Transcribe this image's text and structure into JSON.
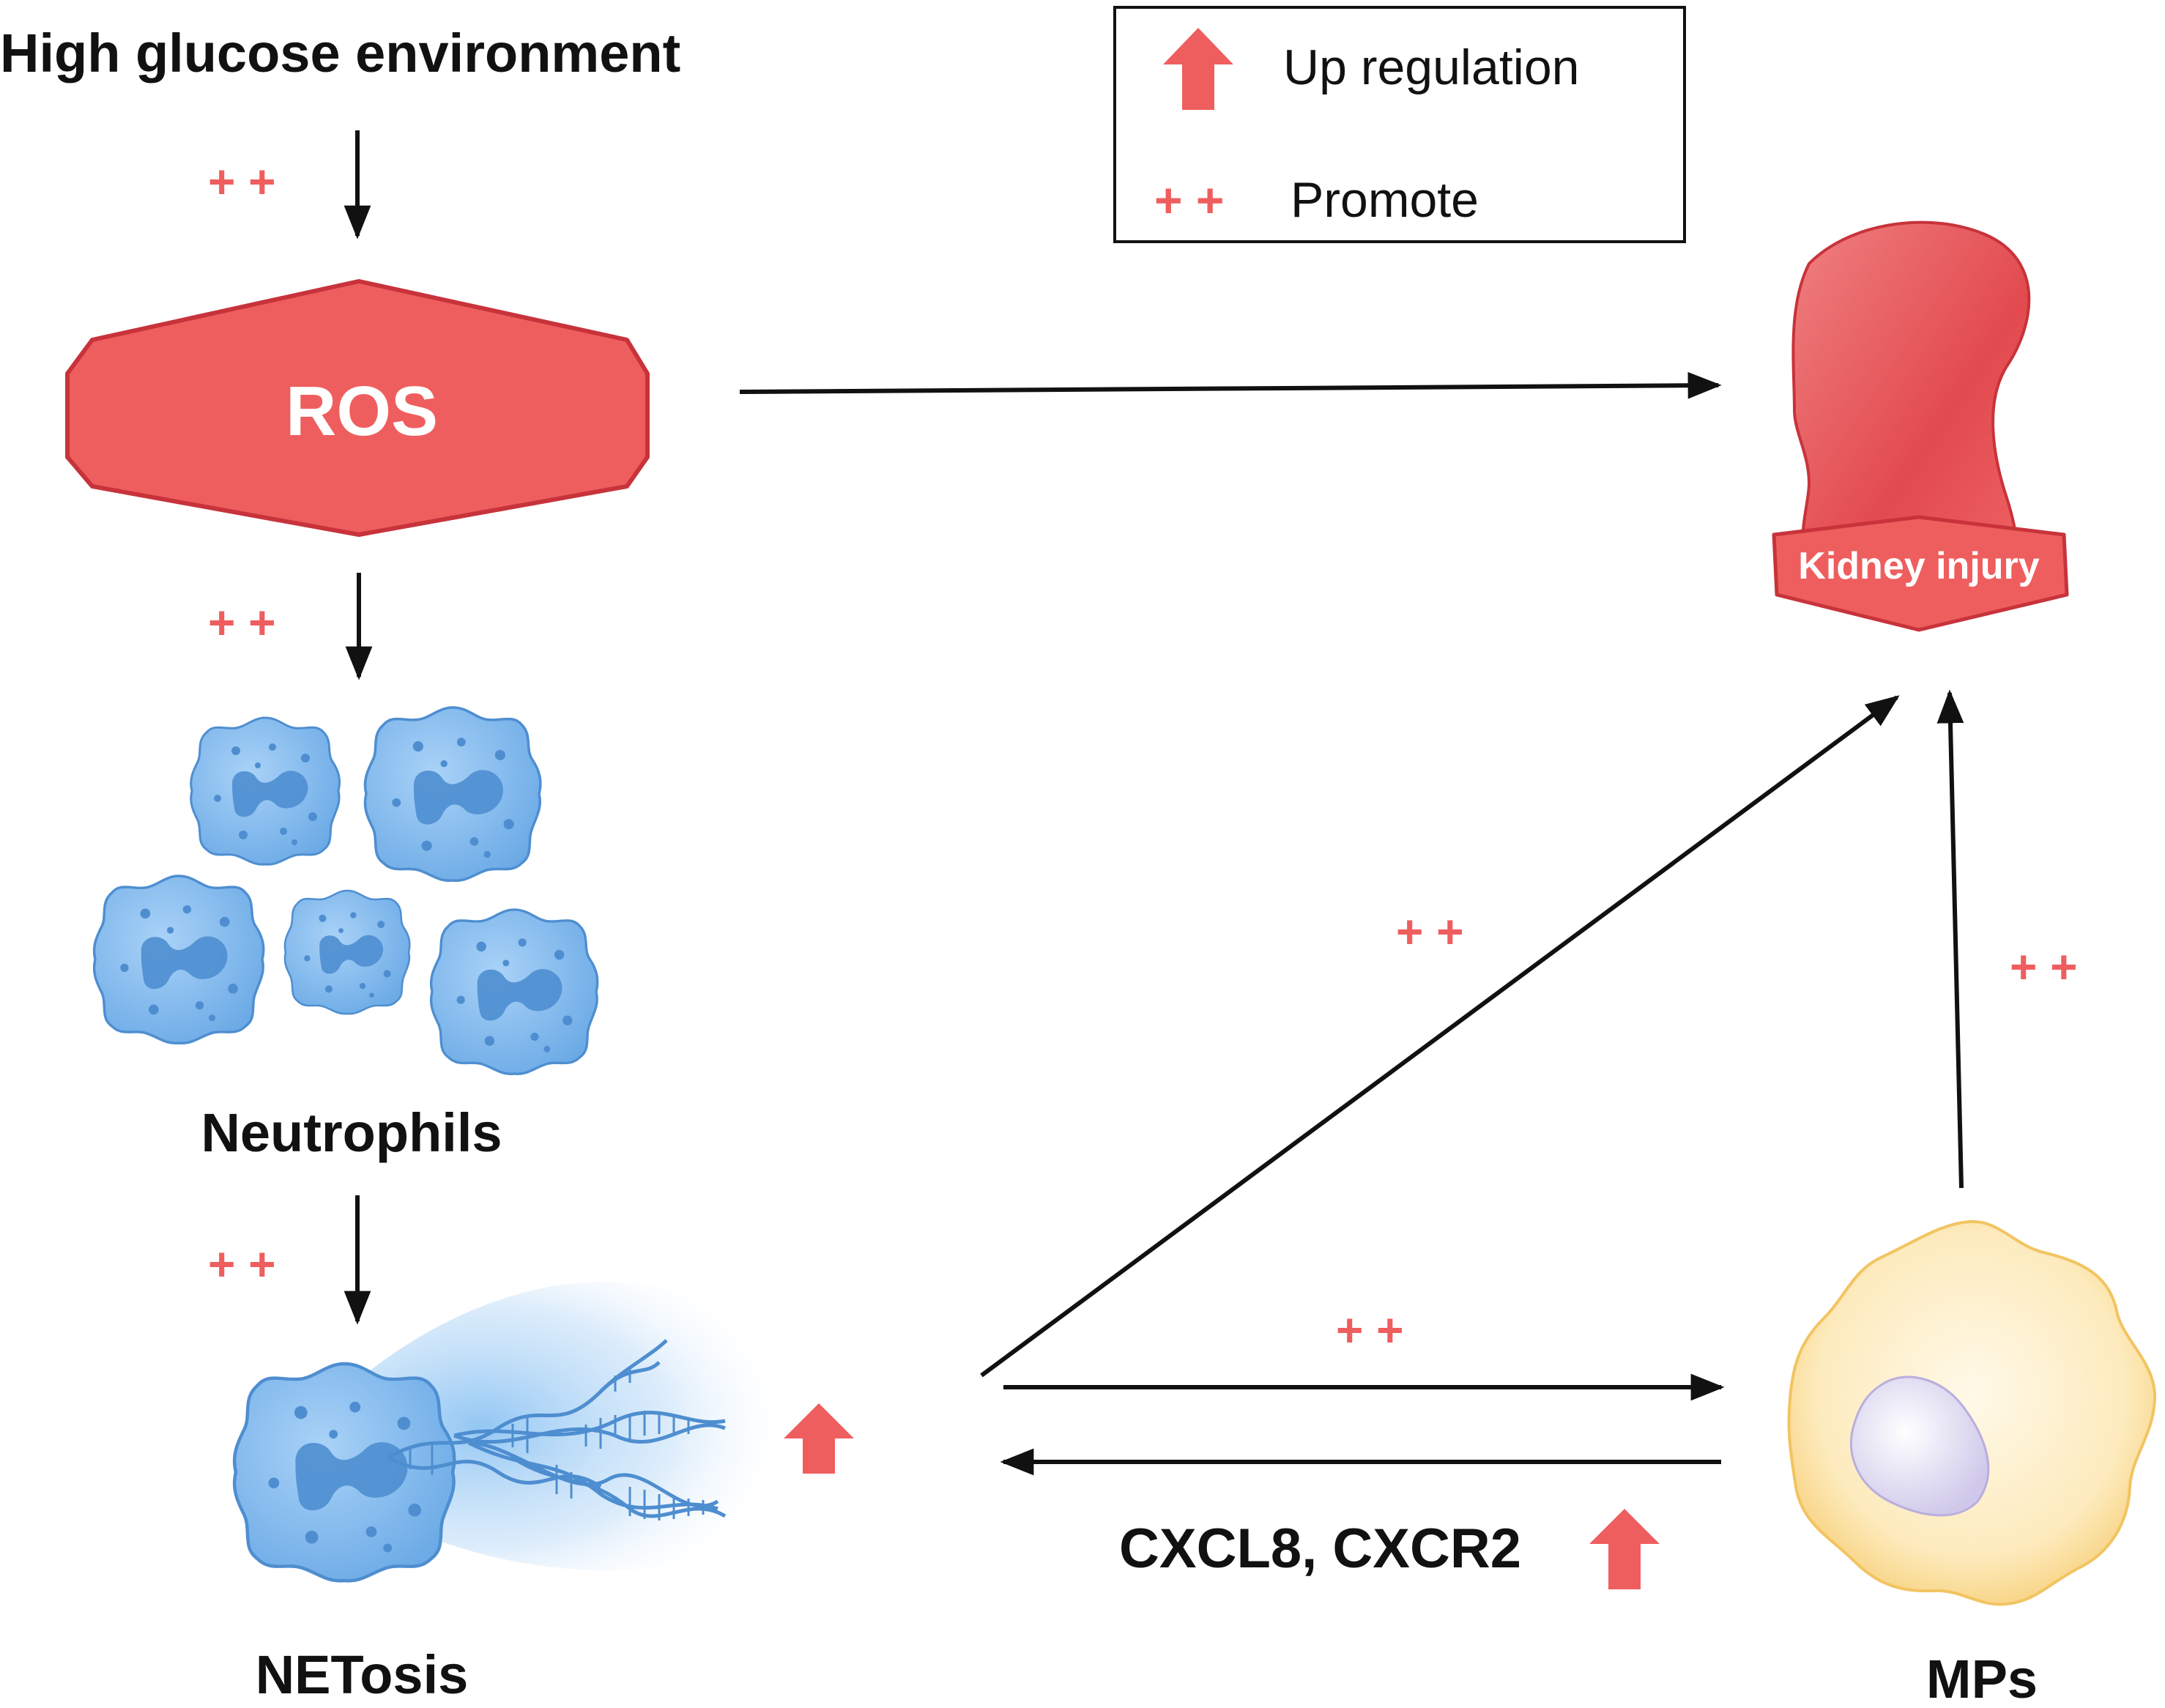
{
  "title": "High glucose environment",
  "ros_label": "ROS",
  "neutrophils_label": "Neutrophils",
  "netosis_label": "NETosis",
  "mps_label": "MPs",
  "kidney_label": "Kidney injury",
  "cytokine_label": "CXCL8, CXCR2",
  "promote_symbol": "+ +",
  "legend": {
    "up_label": "Up regulation",
    "promote_label": "Promote",
    "promote_symbol": "+ +",
    "up_icon": "up-arrow-icon"
  },
  "colors": {
    "accent_red": "#EF5E5E",
    "stroke_red": "#C8333B",
    "cell_blue": "#7DB7EA",
    "cell_blue_dark": "#4E8ED0",
    "mp_yellow": "#FCE6AE",
    "mp_nucleus": "#DCD6EE",
    "arrow": "#111111"
  }
}
